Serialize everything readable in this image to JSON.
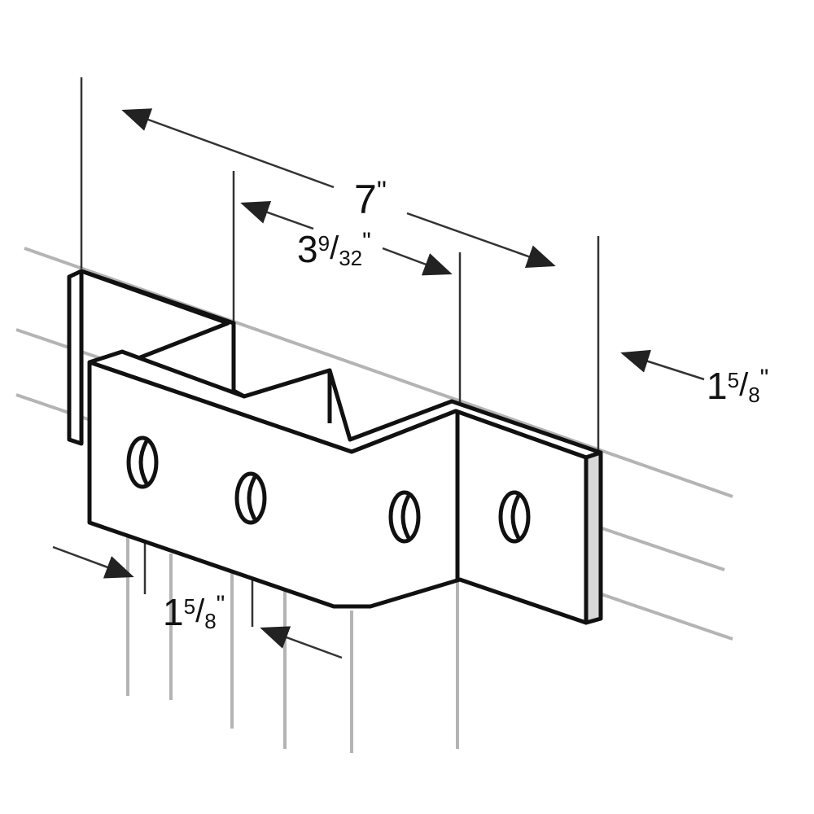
{
  "title": "Four-hole Z-shaped bracket fitting dimension drawing",
  "dimensions": {
    "overall_length": {
      "whole": "7",
      "unit": "\""
    },
    "offset_length": {
      "whole": "3",
      "num": "9",
      "den": "32",
      "unit": "\""
    },
    "channel_width": {
      "whole": "1",
      "num": "5",
      "den": "8",
      "unit": "\""
    },
    "hole_spacing": {
      "whole": "1",
      "num": "5",
      "den": "8",
      "unit": "\""
    }
  },
  "colors": {
    "line": "#111111",
    "background_lines": "#b4b4b4",
    "edge_fill": "#d8d8d8"
  }
}
